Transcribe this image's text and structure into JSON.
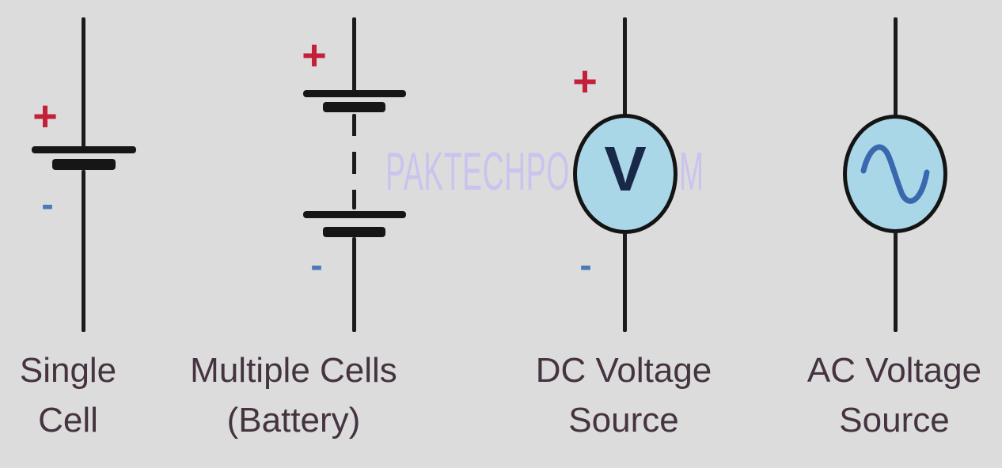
{
  "watermark": {
    "left_text": "PAKTECHPO",
    "right_text": "M",
    "color": "#cac3ee"
  },
  "colors": {
    "background": "#dcdcdd",
    "wire": "#1b1b1b",
    "circle_fill": "#a9d7e8",
    "circle_border": "#141414",
    "plus_sign": "#c3203a",
    "minus_sign": "#4a7ab8",
    "label_text": "#453440",
    "sine_wave": "#3a68ae",
    "v_letter": "#182848"
  },
  "symbols": [
    {
      "id": "single-cell",
      "label_line1": "Single",
      "label_line2": "Cell",
      "plus": "+",
      "minus": "-"
    },
    {
      "id": "multiple-cells-battery",
      "label_line1": "Multiple Cells",
      "label_line2": "(Battery)",
      "plus": "+",
      "minus": "-"
    },
    {
      "id": "dc-voltage-source",
      "label_line1": "DC Voltage",
      "label_line2": "Source",
      "plus": "+",
      "minus": "-",
      "meter_letter": "V"
    },
    {
      "id": "ac-voltage-source",
      "label_line1": "AC Voltage",
      "label_line2": "Source"
    }
  ]
}
